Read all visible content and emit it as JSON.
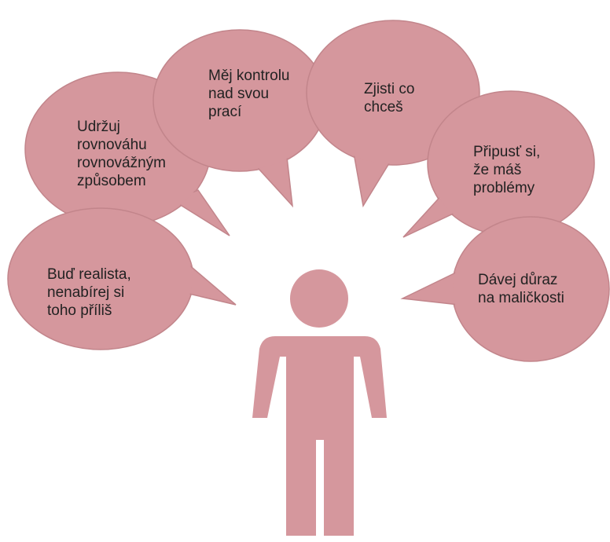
{
  "colors": {
    "bubble_fill": "#d5979d",
    "bubble_stroke": "#c2858b",
    "person_fill": "#d5979d",
    "text": "#222222"
  },
  "bubbles": [
    {
      "id": "balance",
      "text": "Udržuj\nrovnováhu\nrovnovážným\nzpůsobem"
    },
    {
      "id": "control",
      "text": "Měj kontrolu\nnad svou\nprací"
    },
    {
      "id": "goal",
      "text": "Zjisti co\nchceš"
    },
    {
      "id": "admit",
      "text": "Připusť si,\nže máš\nproblémy"
    },
    {
      "id": "details",
      "text": "Dávej důraz\nna maličkosti"
    },
    {
      "id": "realist",
      "text": "Buď realista,\nnenabírej si\ntoho příliš"
    }
  ],
  "person": {
    "icon": "person-icon"
  }
}
